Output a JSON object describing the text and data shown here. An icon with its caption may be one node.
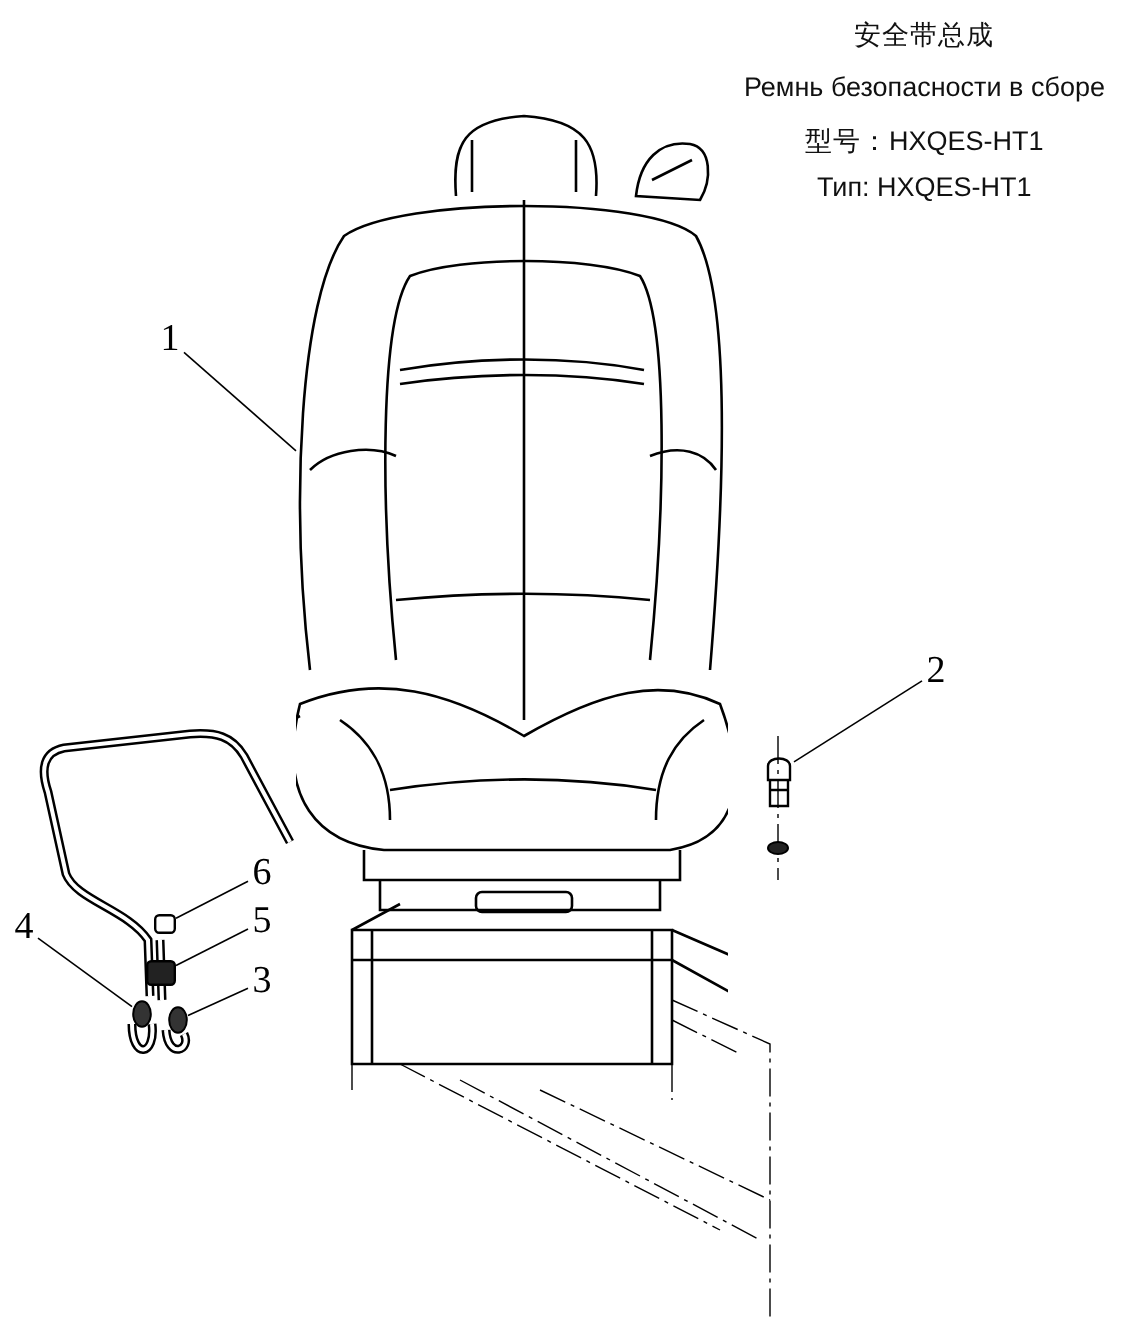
{
  "diagram": {
    "nodes": [
      {
        "text": [
          "1"
        ]
      },
      {
        "text": [],
        "shape": "picture"
      },
      {
        "text": [
          "2"
        ]
      },
      {
        "text": [],
        "shape": "picture"
      },
      {
        "text": [
          "6"
        ]
      },
      {
        "text": [],
        "shape": "box"
      },
      {
        "text": [
          "5"
        ]
      },
      {
        "text": [],
        "shape": "box"
      },
      {
        "text": [
          "4"
        ]
      },
      {
        "text": [],
        "shape": "circle"
      },
      {
        "text": [
          "3"
        ]
      },
      {
        "text": [],
        "shape": "circle"
      }
    ],
    "edges": [
      {
        "from": 0,
        "to": 1,
        "arrow": "none"
      },
      {
        "from": 2,
        "to": 3,
        "arrow": "none"
      },
      {
        "from": 4,
        "to": 5,
        "arrow": "none"
      },
      {
        "from": 6,
        "to": 7,
        "arrow": "none"
      },
      {
        "from": 8,
        "to": 9,
        "arrow": "none"
      },
      {
        "from": 10,
        "to": 11,
        "arrow": "none"
      }
    ],
    "labels": [
      "安全带总成",
      "Ремнь безопасности в сборе",
      "型号：HXQES-HT1",
      "Тип: HXQES-HT1"
    ]
  }
}
